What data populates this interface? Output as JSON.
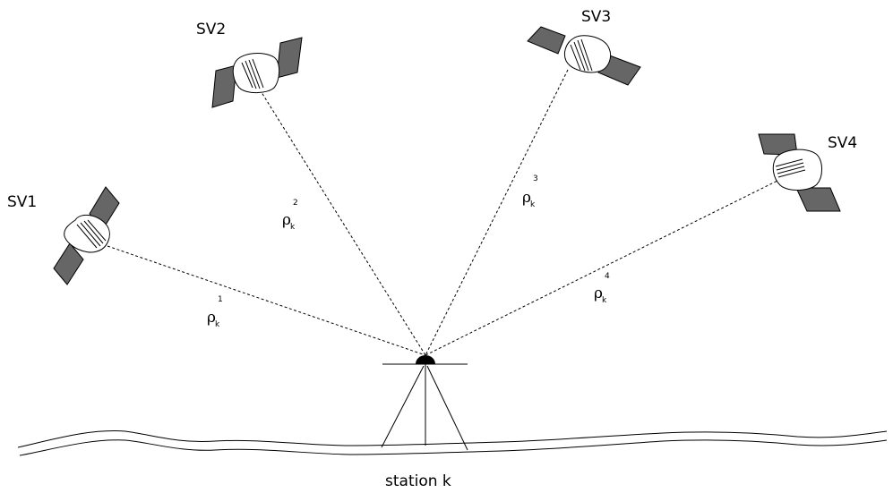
{
  "satellites": [
    {
      "label": "SV1",
      "range": {
        "symbol": "ρ",
        "subscript": "k",
        "superscript": "1"
      }
    },
    {
      "label": "SV2",
      "range": {
        "symbol": "ρ",
        "subscript": "k",
        "superscript": "2"
      }
    },
    {
      "label": "SV3",
      "range": {
        "symbol": "ρ",
        "subscript": "k",
        "superscript": "3"
      }
    },
    {
      "label": "SV4",
      "range": {
        "symbol": "ρ",
        "subscript": "k",
        "superscript": "4"
      }
    }
  ],
  "station": {
    "label": "station k"
  }
}
